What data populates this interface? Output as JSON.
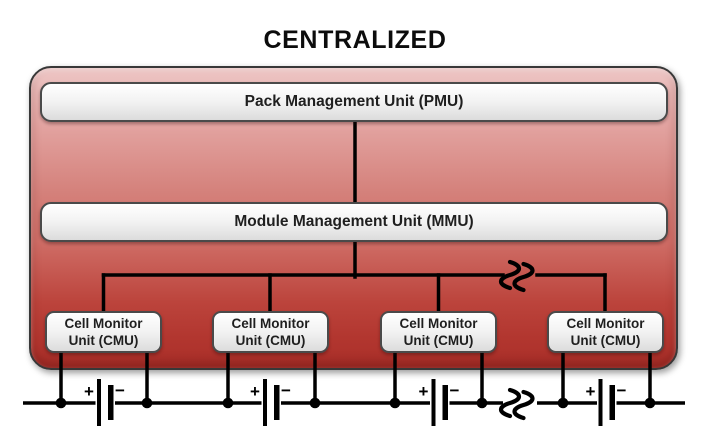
{
  "title": "CENTRALIZED",
  "boxes": {
    "pmu": {
      "label": "Pack Management Unit (PMU)"
    },
    "mmu": {
      "label": "Module Management Unit (MMU)"
    }
  },
  "cmus": [
    {
      "line1": "Cell Monitor",
      "line2": "Unit (CMU)"
    },
    {
      "line1": "Cell Monitor",
      "line2": "Unit (CMU)"
    },
    {
      "line1": "Cell Monitor",
      "line2": "Unit (CMU)"
    },
    {
      "line1": "Cell Monitor",
      "line2": "Unit (CMU)"
    }
  ],
  "batteries": [
    {
      "plus": "+",
      "minus": "−"
    },
    {
      "plus": "+",
      "minus": "−"
    },
    {
      "plus": "+",
      "minus": "−"
    },
    {
      "plus": "+",
      "minus": "−"
    }
  ],
  "icons": {
    "line_break": "break-icon (double squiggle marking omitted repeated units)",
    "junction": "junction-dot",
    "battery": "battery-cell-icon (long plate +, short plate −)"
  },
  "colors": {
    "panel_gradient_top": "#edc6c5",
    "panel_gradient_mid": "#cf6d66",
    "panel_gradient_bottom": "#aa2f29",
    "panel_border": "#383838",
    "box_fill_top": "#ffffff",
    "box_fill_bottom": "#dcdcdc",
    "box_border": "#4a4a4a",
    "wire": "#000000",
    "title_text": "#0c0c0c"
  }
}
